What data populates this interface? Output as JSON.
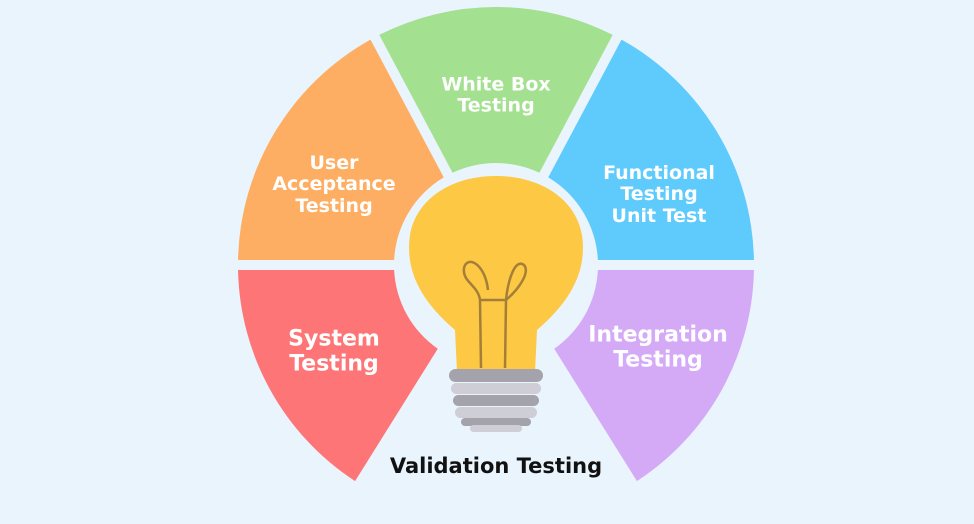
{
  "segments": [
    {
      "id": "user-acceptance",
      "lines": [
        "User",
        "Acceptance",
        "Testing"
      ],
      "color": "#fdae62"
    },
    {
      "id": "white-box",
      "lines": [
        "White Box",
        "Testing"
      ],
      "color": "#a3e08f"
    },
    {
      "id": "functional",
      "lines": [
        "Functional",
        "Testing",
        "Unit Test"
      ],
      "color": "#5ecbfc"
    },
    {
      "id": "integration",
      "lines": [
        "Integration",
        "Testing"
      ],
      "color": "#d4aaf7"
    },
    {
      "id": "system",
      "lines": [
        "System",
        "Testing"
      ],
      "color": "#fd7576"
    }
  ],
  "center_label": "Validation Testing",
  "colors": {
    "bulb": "#fdc843",
    "filament": "#a47f3a",
    "base_dark": "#a4a2ab",
    "base_light": "#cfcdd6",
    "background": "#e9f4fd"
  }
}
